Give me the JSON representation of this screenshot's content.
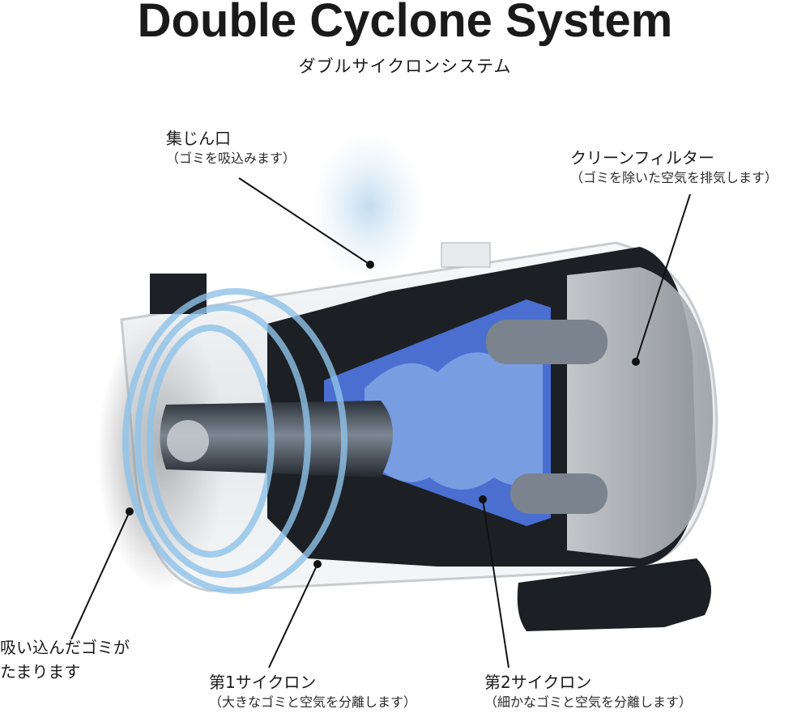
{
  "title": "Double Cyclone System",
  "subtitle": "ダブルサイクロンシステム",
  "labels": {
    "inlet": {
      "main": "集じん口",
      "sub": "（ゴミを吸込みます）"
    },
    "filter": {
      "main": "クリーンフィルター",
      "sub": "（ゴミを除いた空気を排気します）"
    },
    "dust": {
      "line1": "吸い込んだゴミが",
      "line2": "たまります"
    },
    "cyclone1": {
      "main": "第1サイクロン",
      "sub": "（大きなゴミと空気を分離します）"
    },
    "cyclone2": {
      "main": "第2サイクロン",
      "sub": "（細かなゴミと空気を分離します）"
    }
  },
  "colors": {
    "blue": "#4a6fd0",
    "dark": "#1c1f24",
    "airflow": "#8fc3ea",
    "shell": "#c9ced4"
  }
}
